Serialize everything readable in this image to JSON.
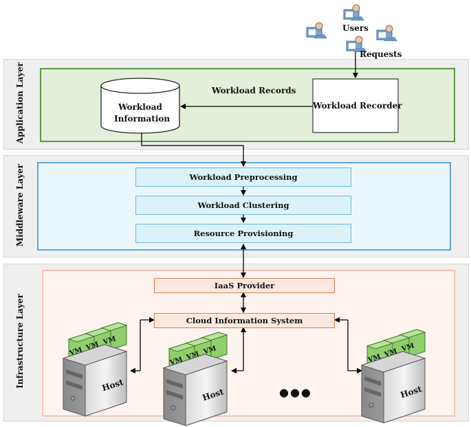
{
  "users": {
    "label": "Users",
    "requests_label": "Requests"
  },
  "application_layer": {
    "label": "Application Layer",
    "workload_records_label": "Workload Records",
    "workload_information_label_line1": "Workload",
    "workload_information_label_line2": "Information",
    "workload_recorder_label": "Workload Recorder"
  },
  "middleware_layer": {
    "label": "Middleware Layer",
    "steps": [
      "Workload Preprocessing",
      "Workload Clustering",
      "Resource Provisioning"
    ]
  },
  "infrastructure_layer": {
    "label": "Infrastructure Layer",
    "iaas_provider": "IaaS Provider",
    "cloud_information_system": "Cloud Information System",
    "host_label": "Host",
    "vm_label": "VM",
    "ellipsis": "●●●"
  },
  "colors": {
    "application_fill": "#e3efda",
    "application_border": "#5a9a43",
    "middleware_fill": "#e9f7fd",
    "middleware_border": "#5aa7d8",
    "infrastructure_fill": "#fdf4ef",
    "infrastructure_border": "#f2b8a0",
    "vm_green": "#8fcf6c"
  }
}
